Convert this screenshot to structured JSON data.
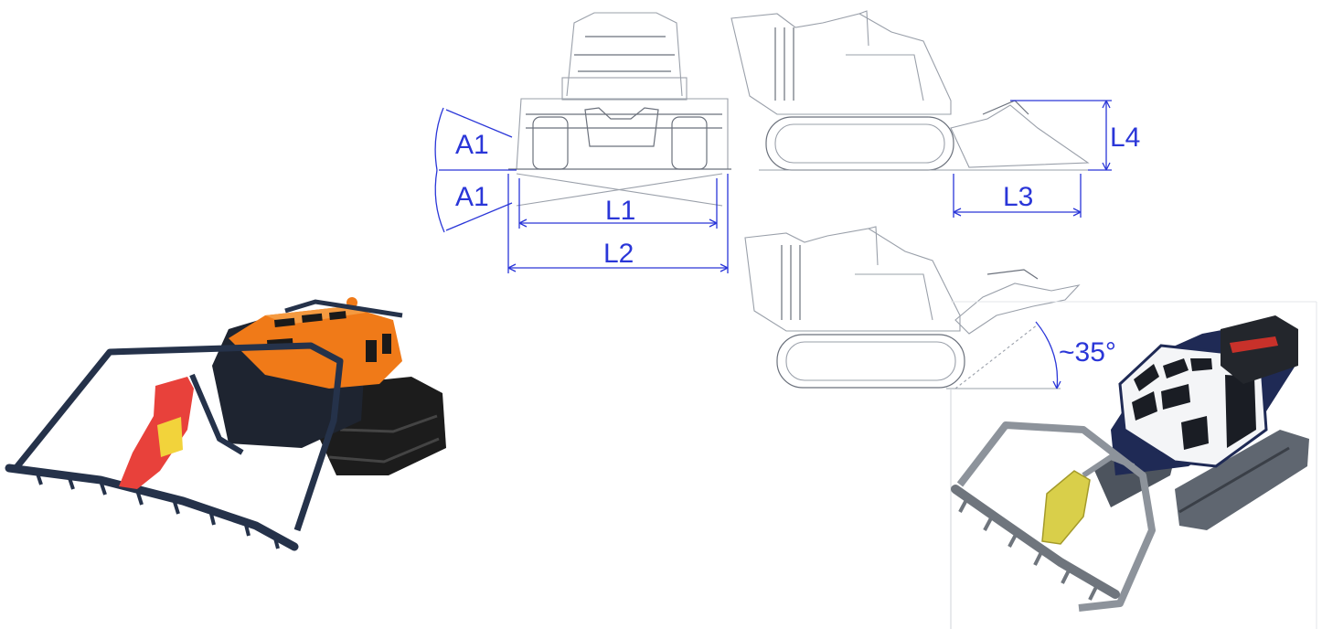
{
  "labels": {
    "a1_upper": "A1",
    "a1_lower": "A1",
    "l1": "L1",
    "l2": "L2",
    "l3": "L3",
    "l4": "L4",
    "angle": "~35°"
  },
  "colors": {
    "dimension_blue": "#2a36d8",
    "body_orange": "#f07a18",
    "frame_navy": "#25324a",
    "blade_red": "#e8413b",
    "cab_navy": "#1f2a55",
    "accent_yellow": "#d9cf4a"
  }
}
